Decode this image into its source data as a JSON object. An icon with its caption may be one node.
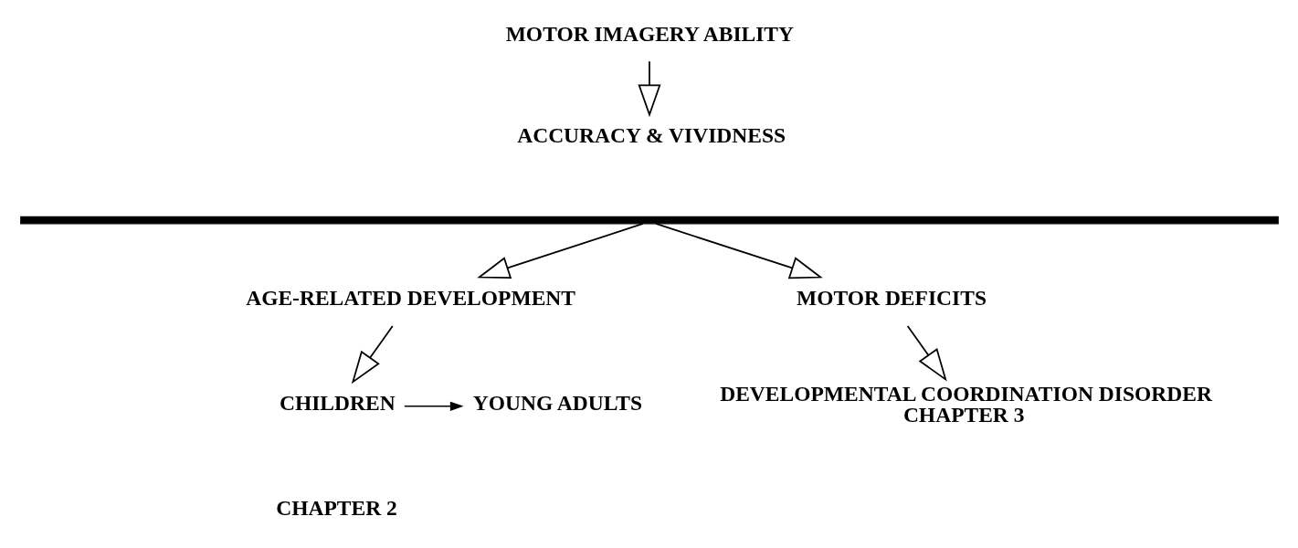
{
  "diagram": {
    "nodes": [
      {
        "text": [
          "MOTOR IMAGERY ABILITY"
        ]
      },
      {
        "text": [
          "ACCURACY & VIVIDNESS"
        ]
      },
      {
        "text": [],
        "shape": "bar"
      },
      {
        "text": [
          "AGE-RELATED DEVELOPMENT"
        ]
      },
      {
        "text": [
          "CHILDREN"
        ]
      },
      {
        "text": [
          "YOUNG ADULTS"
        ]
      },
      {
        "text": [
          "MOTOR DEFICITS"
        ]
      },
      {
        "text": [
          "DEVELOPMENTAL COORDINATION DISORDER",
          "CHAPTER 3"
        ]
      }
    ],
    "edges": [
      {
        "from": 0,
        "to": 1,
        "arrow": "to"
      },
      {
        "from": 2,
        "to": 3,
        "arrow": "to"
      },
      {
        "from": 2,
        "to": 6,
        "arrow": "to"
      },
      {
        "from": 3,
        "to": 4,
        "arrow": "to"
      },
      {
        "from": 4,
        "to": 5,
        "arrow": "to"
      },
      {
        "from": 6,
        "to": 7,
        "arrow": "to"
      }
    ],
    "labels": [
      "CHAPTER 2"
    ]
  }
}
